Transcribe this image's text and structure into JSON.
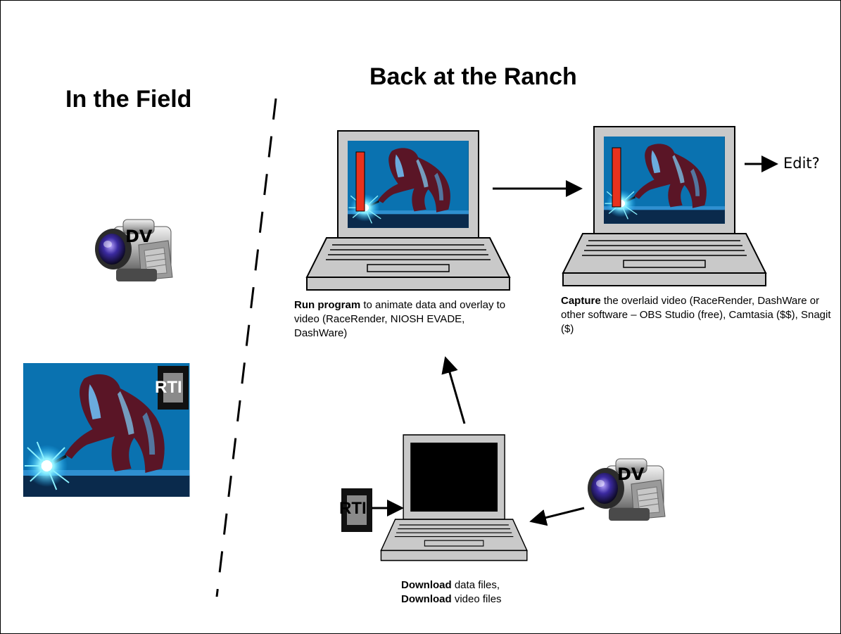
{
  "titles": {
    "left": "In the Field",
    "right": "Back at the Ranch"
  },
  "badges": {
    "camcorder": "DV",
    "logger": "RTI"
  },
  "edit_label": "Edit?",
  "captions": {
    "run": {
      "strong": "Run program",
      "text": " to animate data and overlay to video (RaceRender, NIOSH EVADE, DashWare)"
    },
    "capture": {
      "strong": "Capture",
      "text": " the overlaid video (RaceRender, DashWare or other software – OBS Studio (free), Camtasia ($$), Snagit ($)"
    },
    "download": {
      "line1_strong": "Download",
      "line1_text": " data files,",
      "line2_strong": "Download",
      "line2_text": " video files"
    }
  },
  "colors": {
    "screen_blue": "#0a72b0",
    "laptop_gray": "#c9c9c9",
    "overlay_bar": "#e8321e",
    "welder": "#5a1526",
    "spark": "#6fe4ff"
  }
}
